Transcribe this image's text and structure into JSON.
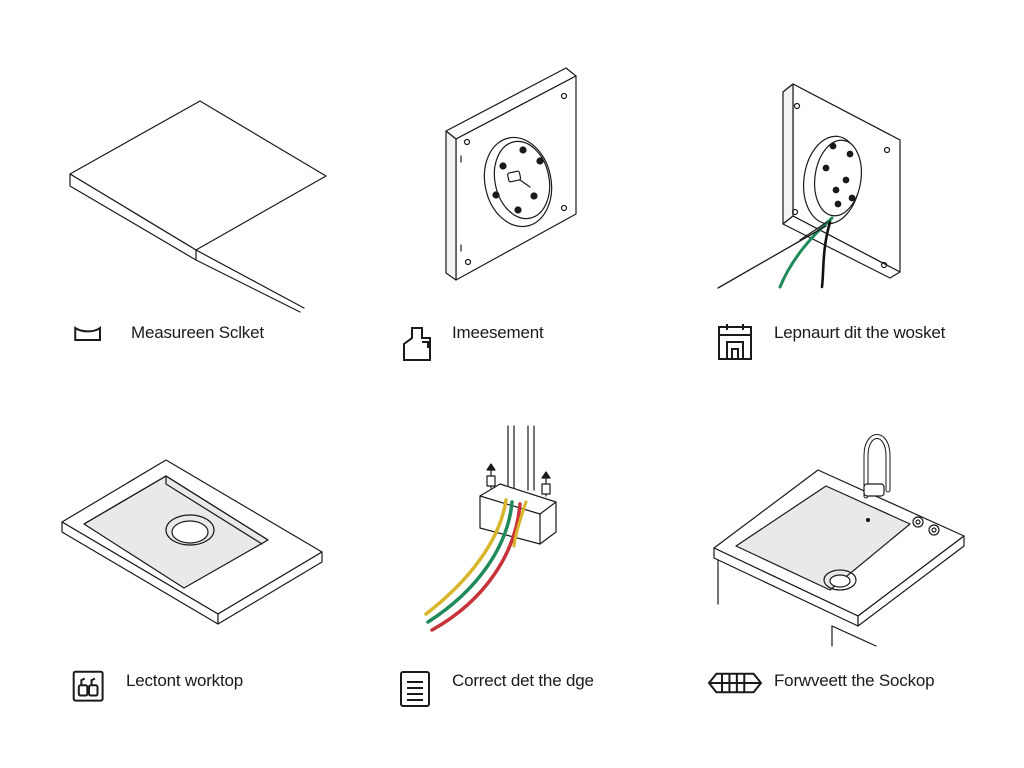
{
  "steps": [
    {
      "label": "Measureen Sclket",
      "icon": "tray-icon"
    },
    {
      "label": "Imeesement",
      "icon": "bottle-icon"
    },
    {
      "label": "Lepnaurt dit the wosket",
      "icon": "calendar-icon"
    },
    {
      "label": "Lectont worktop",
      "icon": "grip-box-icon"
    },
    {
      "label": "Correct det the dge",
      "icon": "document-icon"
    },
    {
      "label": "Forwveett the Sockop",
      "icon": "grille-icon"
    }
  ],
  "colors": {
    "line": "#1a1a1a",
    "wire_green": "#1f8a5a",
    "wire_red": "#c8333a",
    "wire_yellow": "#d9b52a",
    "wire_black": "#111111",
    "shade": "#e9e9e9"
  }
}
